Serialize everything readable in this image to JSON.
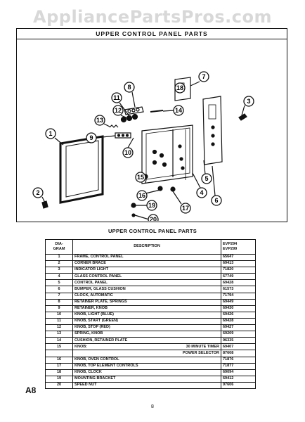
{
  "watermark": "AppliancePartsPros.com",
  "diagram": {
    "title": "UPPER CONTROL PANEL PARTS",
    "callouts": [
      "1",
      "2",
      "3",
      "4",
      "5",
      "6",
      "7",
      "8",
      "9",
      "10",
      "11",
      "12",
      "13",
      "14",
      "15",
      "16",
      "17",
      "18",
      "19",
      "20"
    ]
  },
  "parts_list": {
    "title": "UPPER CONTROL PANEL PARTS",
    "header": {
      "diagram": "DIA-\nGRAM",
      "description": "DESCRIPTION",
      "models": "EVP294\nEVP299"
    },
    "rows": [
      {
        "num": "1",
        "desc": "FRAME, CONTROL PANEL",
        "sub": "",
        "part": "65647"
      },
      {
        "num": "2",
        "desc": "CORNER BRACE",
        "sub": "",
        "part": "69413"
      },
      {
        "num": "3",
        "desc": "INDICATOR LIGHT",
        "sub": "",
        "part": "71820"
      },
      {
        "num": "4",
        "desc": "GLASS CONTROL PANEL",
        "sub": "",
        "part": "67749"
      },
      {
        "num": "5",
        "desc": "CONTROL PANEL",
        "sub": "",
        "part": "69428"
      },
      {
        "num": "6",
        "desc": "BUMPER, GLASS CUSHION",
        "sub": "",
        "part": "61573"
      },
      {
        "num": "7",
        "desc": "CLOCK, AUTOMATIC",
        "sub": "",
        "part": "71794"
      },
      {
        "num": "8",
        "desc": "RETAINER PLATE, SPRINGS",
        "sub": "",
        "part": "69449"
      },
      {
        "num": "9",
        "desc": "RETAINER, KNOB",
        "sub": "",
        "part": "69430"
      },
      {
        "num": "10",
        "desc": "KNOB, LIGHT (BLUE)",
        "sub": "",
        "part": "69426"
      },
      {
        "num": "11",
        "desc": "KNOB, START (GREEN)",
        "sub": "",
        "part": "69428"
      },
      {
        "num": "12",
        "desc": "KNOB, STOP (RED)",
        "sub": "",
        "part": "69427"
      },
      {
        "num": "13",
        "desc": "SPRING, KNOB",
        "sub": "",
        "part": "69209"
      },
      {
        "num": "14",
        "desc": "CUSHION, RETAINER PLATE",
        "sub": "",
        "part": "96335"
      },
      {
        "num": "15",
        "desc": "KNOB:",
        "sub": "30 MINUTE TIMER",
        "part": "69407"
      },
      {
        "num": "",
        "desc": "",
        "sub": "POWER SELECTOR",
        "part": "87608"
      },
      {
        "num": "16",
        "desc": "KNOB, OVEN CONTROL",
        "sub": "",
        "part": "71876"
      },
      {
        "num": "17",
        "desc": "KNOB, TOP ELEMENT CONTROLS",
        "sub": "",
        "part": "71877"
      },
      {
        "num": "18",
        "desc": "KNOB, CLOCK",
        "sub": "",
        "part": "69094"
      },
      {
        "num": "19",
        "desc": "MOUNTING BRACKET",
        "sub": "",
        "part": "69412"
      },
      {
        "num": "20",
        "desc": "SPEED NUT",
        "sub": "",
        "part": "97606"
      }
    ]
  },
  "page_code": "A8",
  "page_number": "8"
}
